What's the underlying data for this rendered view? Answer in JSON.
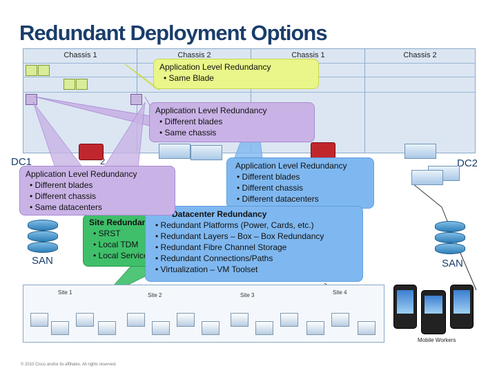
{
  "title": "Redundant Deployment Options",
  "chassis": [
    "Chassis 1",
    "Chassis 2",
    "Chassis 1",
    "Chassis 2"
  ],
  "callouts": {
    "same_blade": {
      "head": "Application Level Redundancy",
      "items": [
        "Same Blade"
      ]
    },
    "diff_blades_same_chassis": {
      "head": "Application Level Redundancy",
      "items": [
        "Different blades",
        "Same chassis"
      ]
    },
    "same_datacenter": {
      "head": "Application Level Redundancy",
      "items": [
        "Different blades",
        "Different chassis",
        "Same datacenters"
      ]
    },
    "diff_datacenters": {
      "head": "Application Level Redundancy",
      "items": [
        "Different blades",
        "Different chassis",
        "Different datacenters"
      ]
    },
    "site": {
      "head": "Site Redundancy",
      "items": [
        "SRST",
        "Local TDM",
        "Local Services"
      ]
    },
    "datacenter": {
      "head": "Datacenter Redundancy",
      "items": [
        "Redundant Platforms (Power, Cards, etc.)",
        "Redundant Layers – Box – Box Redundancy",
        "Redundant Fibre Channel Storage",
        "Redundant Connections/Paths",
        "Virtualization – VM Toolset"
      ]
    }
  },
  "dc": {
    "left": "DC1",
    "right": "DC2",
    "left_suffix": "2"
  },
  "san": {
    "left": "SAN",
    "right": "SAN"
  },
  "sites": [
    "Site 1",
    "Site 2",
    "Site 3",
    "Site 4"
  ],
  "mobile_label": "Mobile Workers",
  "footer": "© 2010 Cisco and/or its affiliates. All rights reserved.",
  "colors": {
    "title": "#1a3d6b",
    "yellow_callout": "#eaf58a",
    "purple_callout": "#c9b3e6",
    "blue_callout": "#7fb8f0"
  }
}
